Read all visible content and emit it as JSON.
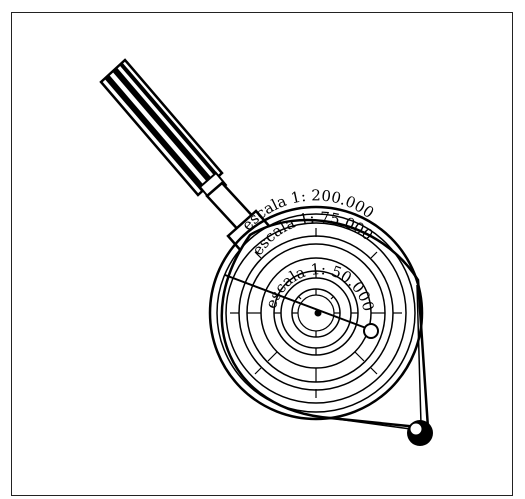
{
  "figure": {
    "icon": "curvimeter-icon",
    "scales": [
      {
        "label": "escala 1: 200.000"
      },
      {
        "label": "escala 1: 75.000"
      },
      {
        "label": "escala 1: 50.000"
      }
    ]
  }
}
